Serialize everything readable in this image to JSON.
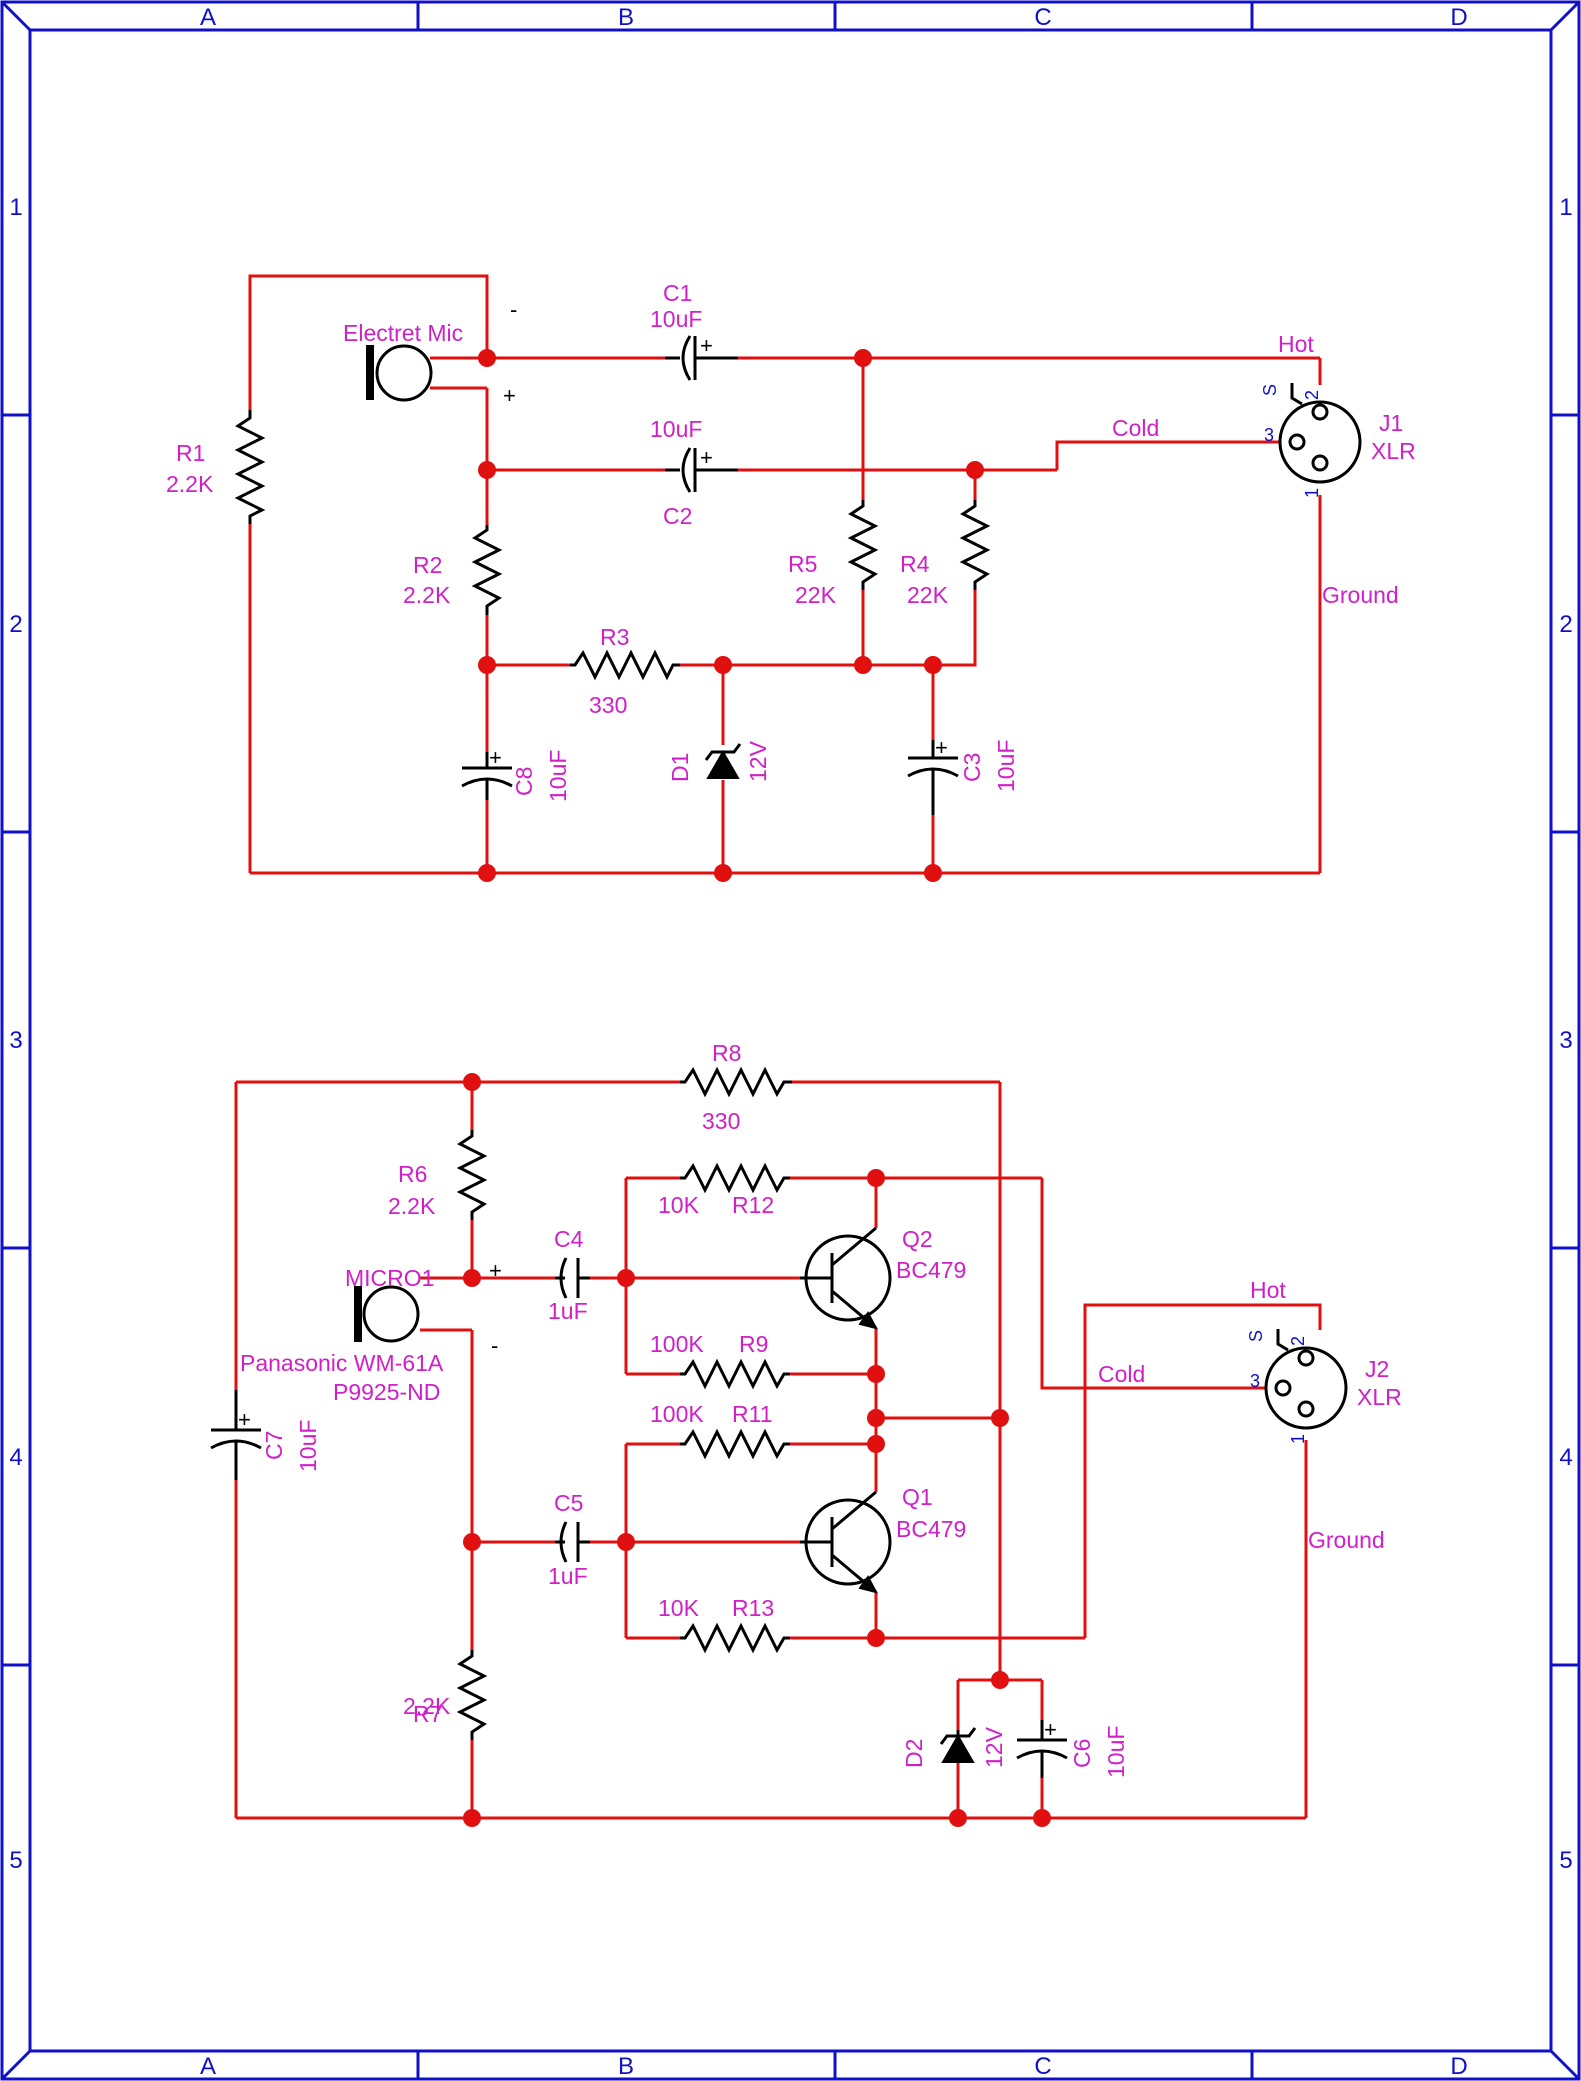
{
  "frame": {
    "columns": [
      "A",
      "B",
      "C",
      "D"
    ],
    "rows": [
      "1",
      "2",
      "3",
      "4",
      "5"
    ]
  },
  "colors": {
    "frame": "#1010c8",
    "wire": "#e01010",
    "label": "#d020c8",
    "component": "#000000",
    "pin": "#1010c8"
  },
  "circuit_top": {
    "mic": {
      "name": "Electret Mic",
      "minus": "-",
      "plus": "+"
    },
    "r1": {
      "ref": "R1",
      "value": "2.2K"
    },
    "r2": {
      "ref": "R2",
      "value": "2.2K"
    },
    "r3": {
      "ref": "R3",
      "value": "330"
    },
    "r4": {
      "ref": "R4",
      "value": "22K"
    },
    "r5": {
      "ref": "R5",
      "value": "22K"
    },
    "c1": {
      "ref": "C1",
      "value": "10uF"
    },
    "c2": {
      "ref": "C2",
      "value": "10uF"
    },
    "c3": {
      "ref": "C3",
      "value": "10uF"
    },
    "c8": {
      "ref": "C8",
      "value": "10uF"
    },
    "d1": {
      "ref": "D1",
      "value": "12V"
    },
    "j1": {
      "ref": "J1",
      "type": "XLR",
      "pin1": "1",
      "pin2": "2",
      "pin3": "3",
      "pins": "S"
    },
    "nets": {
      "hot": "Hot",
      "cold": "Cold",
      "ground": "Ground"
    }
  },
  "circuit_bottom": {
    "mic": {
      "name": "MICRO1",
      "part": "Panasonic WM-61A",
      "order": "P9925-ND",
      "plus": "+",
      "minus": "-"
    },
    "r6": {
      "ref": "R6",
      "value": "2.2K"
    },
    "r7": {
      "ref": "R7",
      "value": "2.2K"
    },
    "r8": {
      "ref": "R8",
      "value": "330"
    },
    "r9": {
      "ref": "R9",
      "value": "100K"
    },
    "r11": {
      "ref": "R11",
      "value": "100K"
    },
    "r12": {
      "ref": "R12",
      "value": "10K"
    },
    "r13": {
      "ref": "R13",
      "value": "10K"
    },
    "c4": {
      "ref": "C4",
      "value": "1uF"
    },
    "c5": {
      "ref": "C5",
      "value": "1uF"
    },
    "c6": {
      "ref": "C6",
      "value": "10uF"
    },
    "c7": {
      "ref": "C7",
      "value": "10uF"
    },
    "d2": {
      "ref": "D2",
      "value": "12V"
    },
    "q1": {
      "ref": "Q1",
      "value": "BC479"
    },
    "q2": {
      "ref": "Q2",
      "value": "BC479"
    },
    "j2": {
      "ref": "J2",
      "type": "XLR",
      "pin1": "1",
      "pin2": "2",
      "pin3": "3",
      "pins": "S"
    },
    "nets": {
      "hot": "Hot",
      "cold": "Cold",
      "ground": "Ground"
    }
  }
}
